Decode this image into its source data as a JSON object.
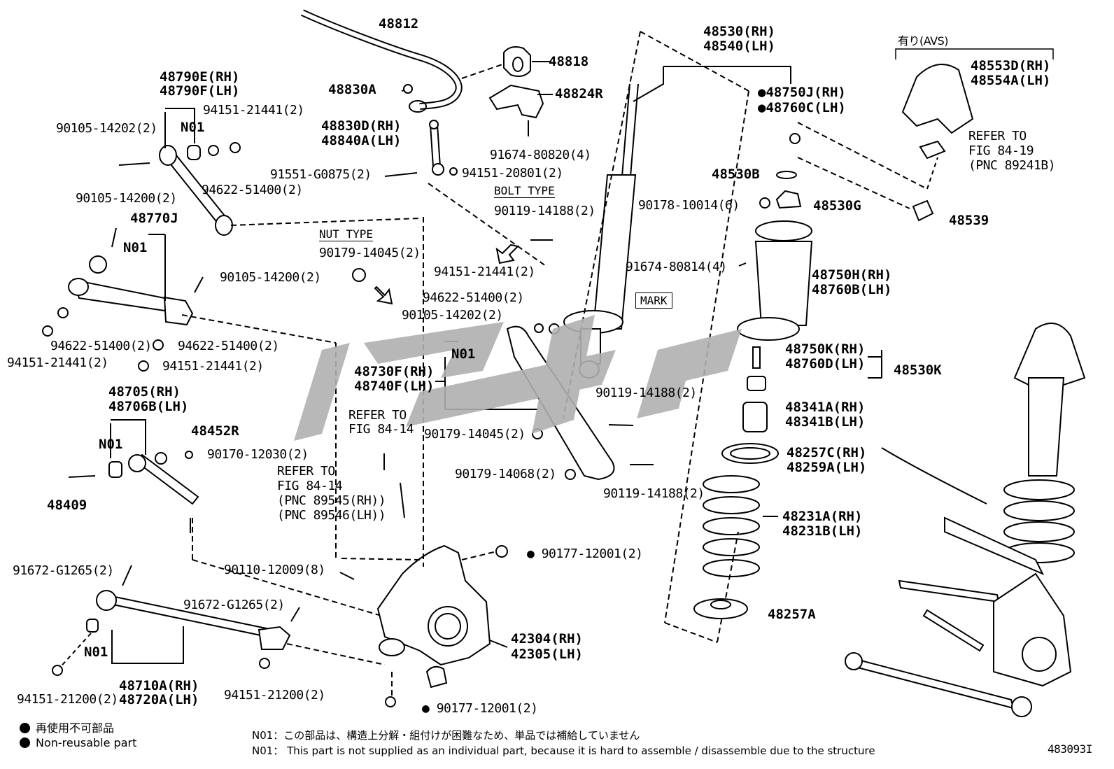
{
  "diagram_id": "483093I",
  "watermark": "ЧЭС",
  "labels": {
    "stab_bar": "48812",
    "bushing": "48818",
    "bracket": "48824R",
    "bushing_nut": "48830A",
    "link_rh": "48830D(RH)",
    "link_lh": "48840A(LH)",
    "bolt_91674_80820": "91674-80820(4)",
    "bolt_91551": "91551-G0875(2)",
    "nut_94151_20801": "94151-20801(2)",
    "arm_rh": "48790E(RH)",
    "arm_lh": "48790F(LH)",
    "n01_a": "N01",
    "nut_94151_21441_a": "94151-21441(2)",
    "bolt_90105_14202_a": "90105-14202(2)",
    "washer_94622_a": "94622-51400(2)",
    "bolt_90105_14200_a": "90105-14200(2)",
    "arm_48770j": "48770J",
    "n01_b": "N01",
    "bolt_90105_14200_b": "90105-14200(2)",
    "washer_94622_b": "94622-51400(2)",
    "washer_94622_c": "94622-51400(2)",
    "nut_94151_21441_b": "94151-21441(2)",
    "nut_94151_21441_c": "94151-21441(2)",
    "arm_48705_rh": "48705(RH)",
    "arm_48706_lh": "48706B(LH)",
    "n01_c": "N01",
    "cover_48452r": "48452R",
    "nut_90170": "90170-12030(2)",
    "bolt_48409": "48409",
    "bolt_91672_a": "91672-G1265(2)",
    "bolt_91672_b": "91672-G1265(2)",
    "bolt_90110": "90110-12009(8)",
    "n01_d": "N01",
    "nut_94151_21200_a": "94151-21200(2)",
    "arm_48710_rh": "48710A(RH)",
    "arm_48720_lh": "48720A(LH)",
    "nut_94151_21200_b": "94151-21200(2)",
    "nut_type": "NUT TYPE",
    "nut_90179_14045_a": "90179-14045(2)",
    "bolt_type": "BOLT TYPE",
    "bolt_90119_14188_a": "90119-14188(2)",
    "nut_94151_21441_d": "94151-21441(2)",
    "washer_94622_d": "94622-51400(2)",
    "bolt_90105_14202_b": "90105-14202(2)",
    "n01_e": "N01",
    "arm_48730_rh": "48730F(RH)",
    "arm_48740_lh": "48740F(LH)",
    "bolt_90119_14188_b": "90119-14188(2)",
    "nut_90179_14045_b": "90179-14045(2)",
    "nut_90179_14068": "90179-14068(2)",
    "bolt_90119_14188_c": "90119-14188(2)",
    "refer_84_14_a_1": "REFER TO",
    "refer_84_14_a_2": "FIG 84-14",
    "refer_84_14_b_1": "REFER TO",
    "refer_84_14_b_2": "FIG 84-14",
    "refer_84_14_b_3": "(PNC 89545(RH))",
    "refer_84_14_b_4": "(PNC 89546(LH))",
    "knuckle_rh": "42304(RH)",
    "knuckle_lh": "42305(LH)",
    "nut_90177_a": "90177-12001(2)",
    "nut_90177_b": "90177-12001(2)",
    "shock_rh": "48530(RH)",
    "shock_lh": "48540(LH)",
    "mark": "MARK",
    "mount_rh": "48750J(RH)",
    "mount_lh": "48760C(LH)",
    "washer_48530b": "48530B",
    "nut_90178": "90178-10014(6)",
    "cushion_48530g": "48530G",
    "bolt_91674_80814": "91674-80814(4)",
    "support_rh": "48750H(RH)",
    "support_lh": "48760B(LH)",
    "seat_rh": "48750K(RH)",
    "seat_lh": "48760D(LH)",
    "kit_48530k": "48530K",
    "bumper_rh": "48341A(RH)",
    "bumper_lh": "48341B(LH)",
    "insulator_rh": "48257C(RH)",
    "insulator_lh": "48259A(LH)",
    "spring_rh": "48231A(RH)",
    "spring_lh": "48231B(LH)",
    "lower_insulator": "48257A",
    "avs": "有り(AVS)",
    "cap_rh": "48553D(RH)",
    "cap_lh": "48554A(LH)",
    "refer_84_19_1": "REFER TO",
    "refer_84_19_2": "FIG 84-19",
    "refer_84_19_3": "(PNC 89241B)",
    "clip_48539": "48539"
  },
  "legend": {
    "jp": "再使用不可部品",
    "en": "Non-reusable part"
  },
  "notes": {
    "jp": "N01：この部品は、構造上分解・組付けが困難なため、単品では補給していません",
    "en": "N01： This part is not supplied as an individual part, because it is hard to assemble / disassemble due to the structure"
  }
}
